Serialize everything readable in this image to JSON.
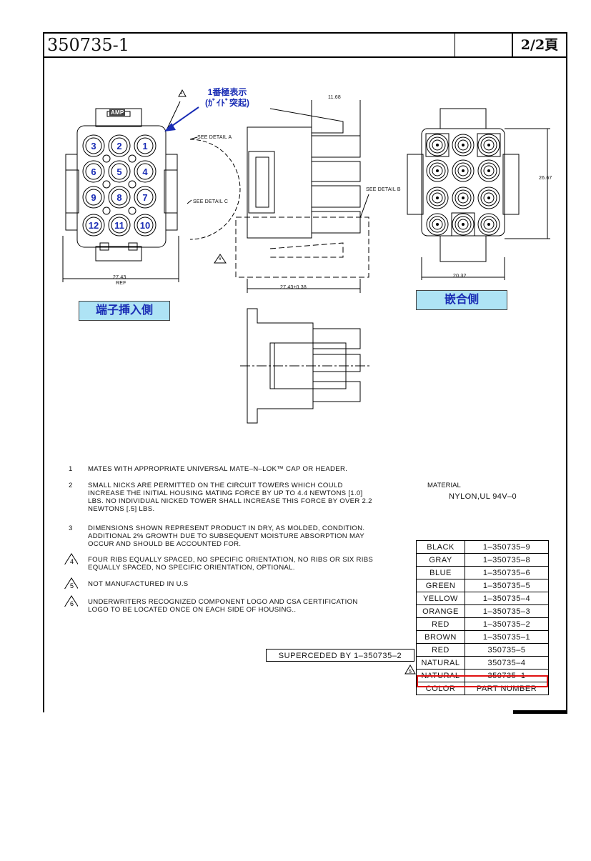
{
  "title": {
    "part_number": "350735-1",
    "page": "2/2頁"
  },
  "callouts": {
    "pin1_line1": "1番極表示",
    "pin1_line2": "(ｶﾞｲﾄﾞ突起)",
    "wire_side": "端子挿入側",
    "mating_side": "嵌合側",
    "amp_logo": "AMP"
  },
  "dimensions": {
    "top_width": "11.68",
    "see_detail_a": "SEE DETAIL A",
    "see_detail_b": "SEE DETAIL B",
    "see_detail_c": "SEE DETAIL C",
    "ref_width": "27.43",
    "ref": "REF",
    "side_length": "27.43±0.38",
    "height": "26.67",
    "face_width": "20.32"
  },
  "rear_cavity_numbers": [
    "3",
    "2",
    "1",
    "6",
    "5",
    "4",
    "9",
    "8",
    "7",
    "12",
    "11",
    "10"
  ],
  "small_labels": [
    "3",
    "2",
    "1",
    "6",
    "5",
    "4",
    "9",
    "8",
    "7",
    "12",
    "11",
    "10"
  ],
  "notes": [
    {
      "num": "1",
      "marker": "",
      "text": "MATES WITH APPROPRIATE UNIVERSAL MATE–N–LOK™ CAP OR HEADER."
    },
    {
      "num": "2",
      "marker": "",
      "text": "SMALL NICKS ARE PERMITTED ON THE CIRCUIT TOWERS WHICH COULD INCREASE THE INITIAL HOUSING MATING FORCE BY UP TO 4.4 NEWTONS [1.0] LBS.  NO INDIVIDUAL NICKED TOWER SHALL INCREASE THIS FORCE BY OVER 2.2 NEWTONS [.5] LBS."
    },
    {
      "num": "3",
      "marker": "",
      "text": "DIMENSIONS SHOWN REPRESENT PRODUCT IN DRY, AS MOLDED, CONDITION. ADDITIONAL 2% GROWTH DUE TO SUBSEQUENT MOISTURE ABSORPTION MAY OCCUR AND SHOULD BE ACCOUNTED FOR."
    },
    {
      "num": "",
      "marker": "4",
      "text": "FOUR RIBS EQUALLY SPACED, NO SPECIFIC ORIENTATION, NO RIBS OR SIX RIBS EQUALLY SPACED, NO SPECIFIC ORIENTATION, OPTIONAL."
    },
    {
      "num": "",
      "marker": "5",
      "text": "NOT MANUFACTURED IN U.S"
    },
    {
      "num": "",
      "marker": "6",
      "text": "UNDERWRITERS RECOGNIZED COMPONENT LOGO AND CSA CERTIFICATION LOGO TO BE LOCATED ONCE ON EACH SIDE OF HOUSING.."
    }
  ],
  "material": {
    "label": "MATERIAL",
    "value": "NYLON,UL 94V–0"
  },
  "superceded": "SUPERCEDED BY 1–350735–2",
  "parts_table": {
    "rows": [
      {
        "color": "BLACK",
        "part": "1–350735–9"
      },
      {
        "color": "GRAY",
        "part": "1–350735–8"
      },
      {
        "color": "BLUE",
        "part": "1–350735–6"
      },
      {
        "color": "GREEN",
        "part": "1–350735–5"
      },
      {
        "color": "YELLOW",
        "part": "1–350735–4"
      },
      {
        "color": "ORANGE",
        "part": "1–350735–3"
      },
      {
        "color": "RED",
        "part": "1–350735–2"
      },
      {
        "color": "BROWN",
        "part": "1–350735–1"
      },
      {
        "color": "RED",
        "part": "350735–5"
      },
      {
        "color": "NATURAL",
        "part": "350735–4",
        "marker": "5"
      },
      {
        "color": "NATURAL",
        "part": "350735–1"
      }
    ],
    "header": {
      "color": "COLOR",
      "part": "PART NUMBER"
    }
  },
  "colors": {
    "highlight": "#e01010",
    "callout_blue": "#1a2db5",
    "label_fill": "#aee3f5"
  }
}
